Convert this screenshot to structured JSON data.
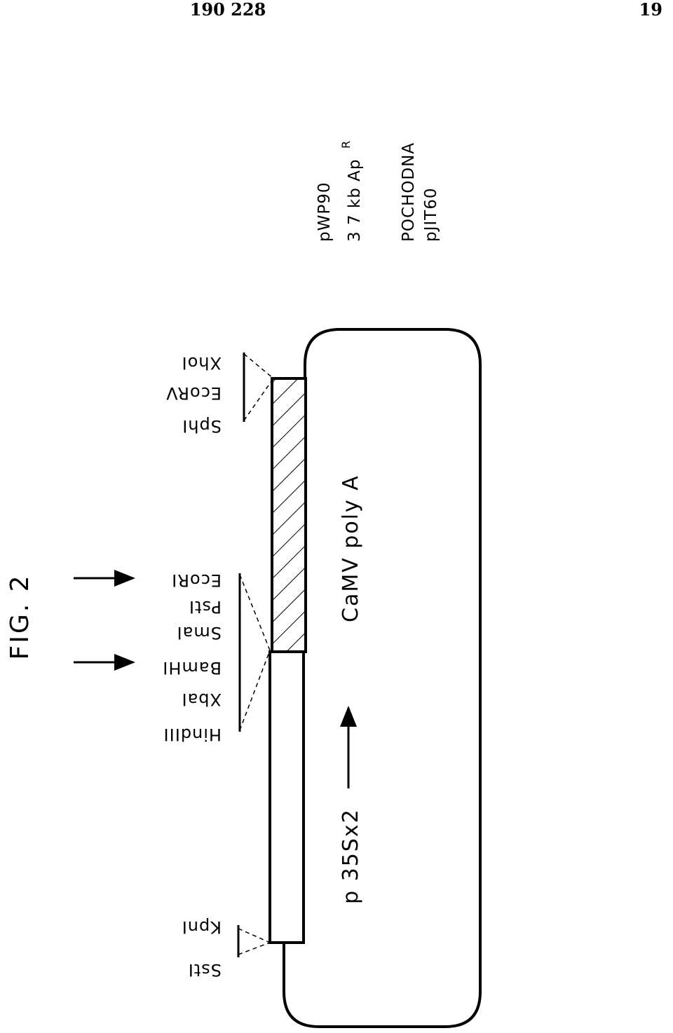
{
  "header": {
    "patent_number": "190 228",
    "page_number": "19"
  },
  "figure_label": "FIG. 2",
  "cassette": {
    "promoter_label": "p 35Sx2",
    "polya_label": "CaMV poly A"
  },
  "sites": {
    "left": [
      "SstI",
      "KpnI"
    ],
    "middle": [
      "HindIII",
      "XbaI",
      "BamHI",
      "SmaI",
      "PstI",
      "EcoRI"
    ],
    "right": [
      "SphI",
      "EcoRV",
      "XhoI"
    ]
  },
  "plasmid_info": {
    "name": "pWP90",
    "size": "3 7 kb Ap",
    "resistance_superscript": "R",
    "derivative": "POCHODNA",
    "derivative_of": "pJIT60"
  }
}
